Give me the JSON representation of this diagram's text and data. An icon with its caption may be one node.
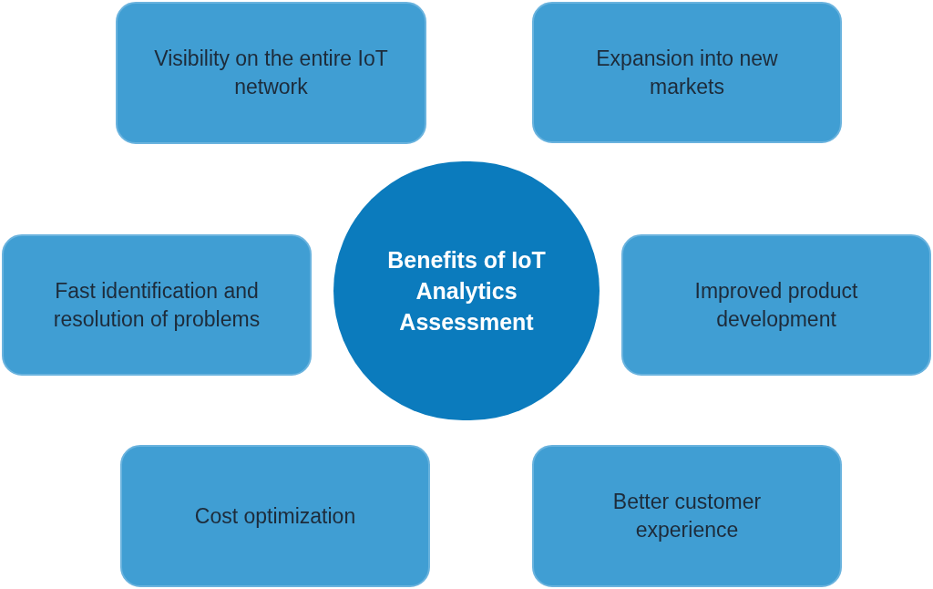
{
  "diagram": {
    "nodes": [
      {
        "text": [
          "Visibility on the entire IoT network"
        ]
      },
      {
        "text": [
          "Expansion into new markets"
        ]
      },
      {
        "text": [
          "Fast identification and resolution of problems"
        ]
      },
      {
        "text": [
          "Benefits of IoT Analytics Assessment"
        ]
      },
      {
        "text": [
          "Improved product development"
        ]
      },
      {
        "text": [
          "Cost optimization"
        ]
      },
      {
        "text": [
          "Better customer experience"
        ]
      }
    ]
  }
}
